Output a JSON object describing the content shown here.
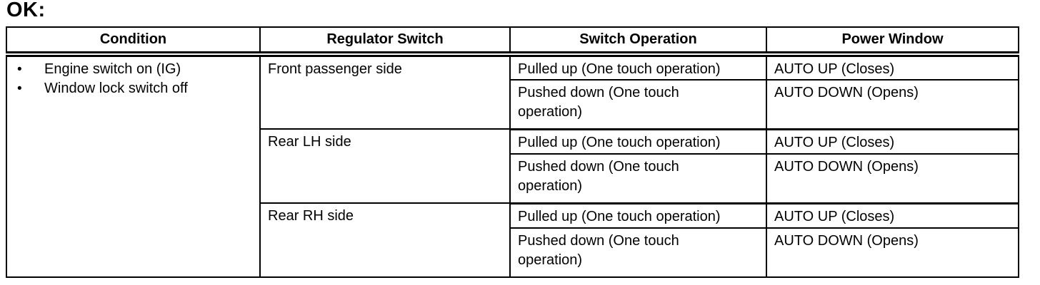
{
  "status_label": "OK:",
  "table": {
    "bullet": "•",
    "headers": [
      "Condition",
      "Regulator Switch",
      "Switch Operation",
      "Power Window"
    ],
    "condition_items": [
      "Engine switch on (IG)",
      "Window lock switch off"
    ],
    "groups": [
      {
        "regulator_switch": "Front passenger side",
        "operations": [
          {
            "switch_operation": "Pulled up (One touch operation)",
            "power_window": "AUTO UP (Closes)"
          },
          {
            "switch_operation": "Pushed down (One touch operation)",
            "power_window": "AUTO DOWN (Opens)"
          }
        ]
      },
      {
        "regulator_switch": "Rear LH side",
        "operations": [
          {
            "switch_operation": "Pulled up (One touch operation)",
            "power_window": "AUTO UP (Closes)"
          },
          {
            "switch_operation": "Pushed down (One touch operation)",
            "power_window": "AUTO DOWN (Opens)"
          }
        ]
      },
      {
        "regulator_switch": "Rear RH side",
        "operations": [
          {
            "switch_operation": "Pulled up (One touch operation)",
            "power_window": "AUTO UP (Closes)"
          },
          {
            "switch_operation": "Pushed down (One touch operation)",
            "power_window": "AUTO DOWN (Opens)"
          }
        ]
      }
    ],
    "colors": {
      "border": "#000000",
      "text": "#000000",
      "background": "#ffffff"
    }
  }
}
